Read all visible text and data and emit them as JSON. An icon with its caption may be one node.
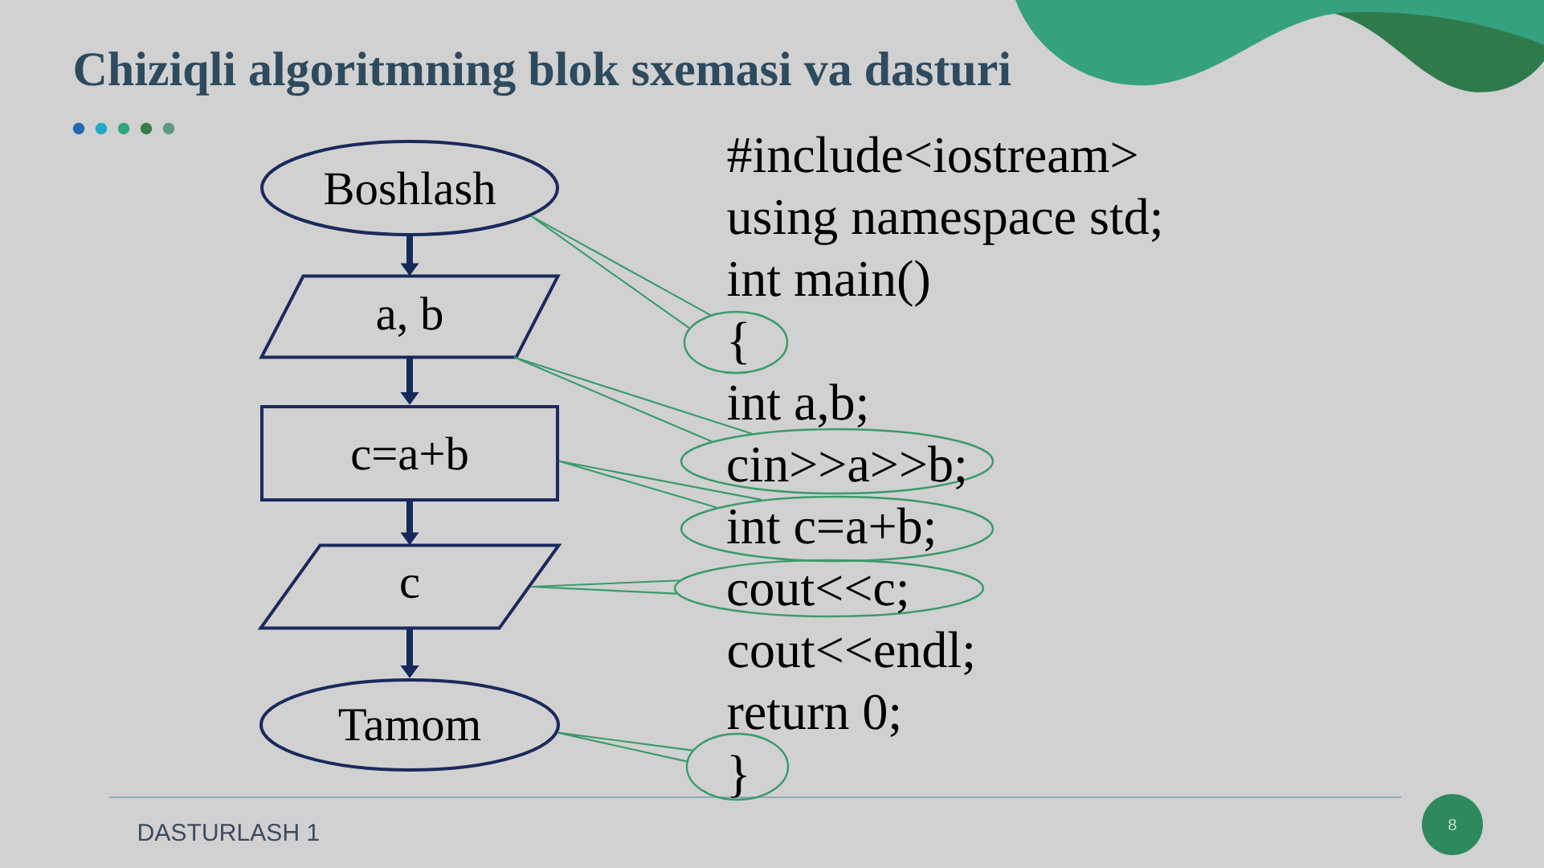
{
  "diagram": {
    "title": "Chiziqli algoritmning blok sxemasi va dasturi",
    "nodes": [
      {
        "text": [
          "Boshlash"
        ]
      },
      {
        "text": [
          "a, b"
        ]
      },
      {
        "text": [
          "c=a+b"
        ]
      },
      {
        "text": [
          "c"
        ]
      },
      {
        "text": [
          "Tamom"
        ]
      },
      {
        "text": [
          "{"
        ]
      },
      {
        "text": [
          "cin>>a>>b;"
        ]
      },
      {
        "text": [
          "int c=a+b;"
        ]
      },
      {
        "text": [
          "cout<<c;"
        ]
      },
      {
        "text": [
          "}"
        ]
      },
      {
        "text": [
          "8"
        ]
      }
    ],
    "edges": [
      {
        "from": 0,
        "to": 1,
        "arrow": "to",
        "style": "thick",
        "color": "#14285a"
      },
      {
        "from": 1,
        "to": 2,
        "arrow": "to",
        "style": "thick",
        "color": "#14285a"
      },
      {
        "from": 2,
        "to": 3,
        "arrow": "to",
        "style": "thick",
        "color": "#14285a"
      },
      {
        "from": 3,
        "to": 4,
        "arrow": "to",
        "style": "thick",
        "color": "#14285a"
      },
      {
        "from": 0,
        "to": 5,
        "arrow": "none"
      },
      {
        "from": 1,
        "to": 6,
        "arrow": "none"
      },
      {
        "from": 2,
        "to": 7,
        "arrow": "none"
      },
      {
        "from": 3,
        "to": 8,
        "arrow": "none"
      },
      {
        "from": 4,
        "to": 9,
        "arrow": "none"
      }
    ],
    "labels": [
      "#include<iostream>",
      "using namespace std;",
      "int main()",
      "int a,b;",
      "cout<<endl;",
      "return 0;",
      "DASTURLASH 1"
    ]
  }
}
